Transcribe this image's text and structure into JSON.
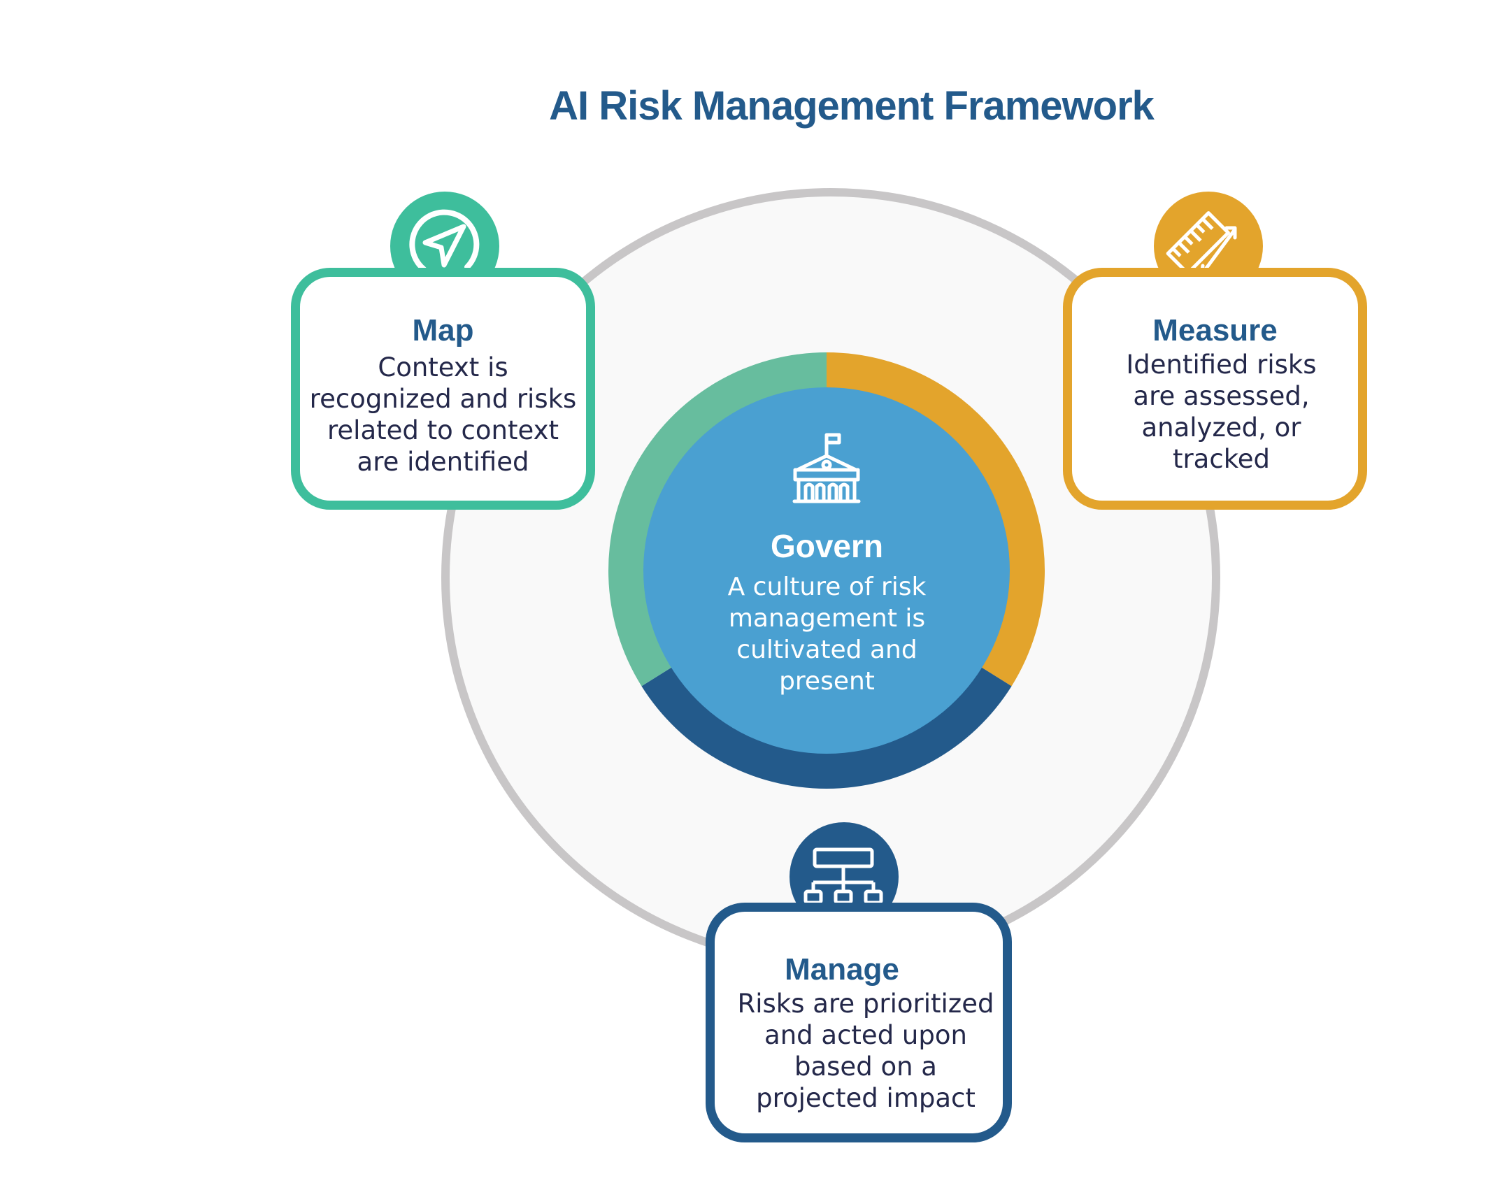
{
  "title": "AI Risk Management Framework",
  "colors": {
    "map": "#3ebe9c",
    "measure": "#e3a42c",
    "manage": "#235a8b",
    "govern_fill": "#4aa0d1",
    "govern_ring_map": "#67bd9e",
    "outer_ring": "#c8c6c7",
    "outer_fill": "#f9f9f9",
    "title": "#235a8b"
  },
  "govern": {
    "icon": "school-building-icon",
    "title": "Govern",
    "description": [
      "A culture of risk",
      "management is",
      "cultivated and",
      "present"
    ]
  },
  "functions": {
    "map": {
      "icon": "navigation-arrow-icon",
      "title": "Map",
      "description": [
        "Context is",
        "recognized and risks",
        "related to context",
        "are identified"
      ]
    },
    "measure": {
      "icon": "ruler-measure-icon",
      "title": "Measure",
      "description": [
        "Identified risks",
        "are assessed,",
        "analyzed, or",
        "tracked"
      ]
    },
    "manage": {
      "icon": "hierarchy-chart-icon",
      "title": "Manage",
      "description": [
        "Risks are prioritized",
        "and acted upon",
        "based on a",
        "projected impact"
      ]
    }
  }
}
